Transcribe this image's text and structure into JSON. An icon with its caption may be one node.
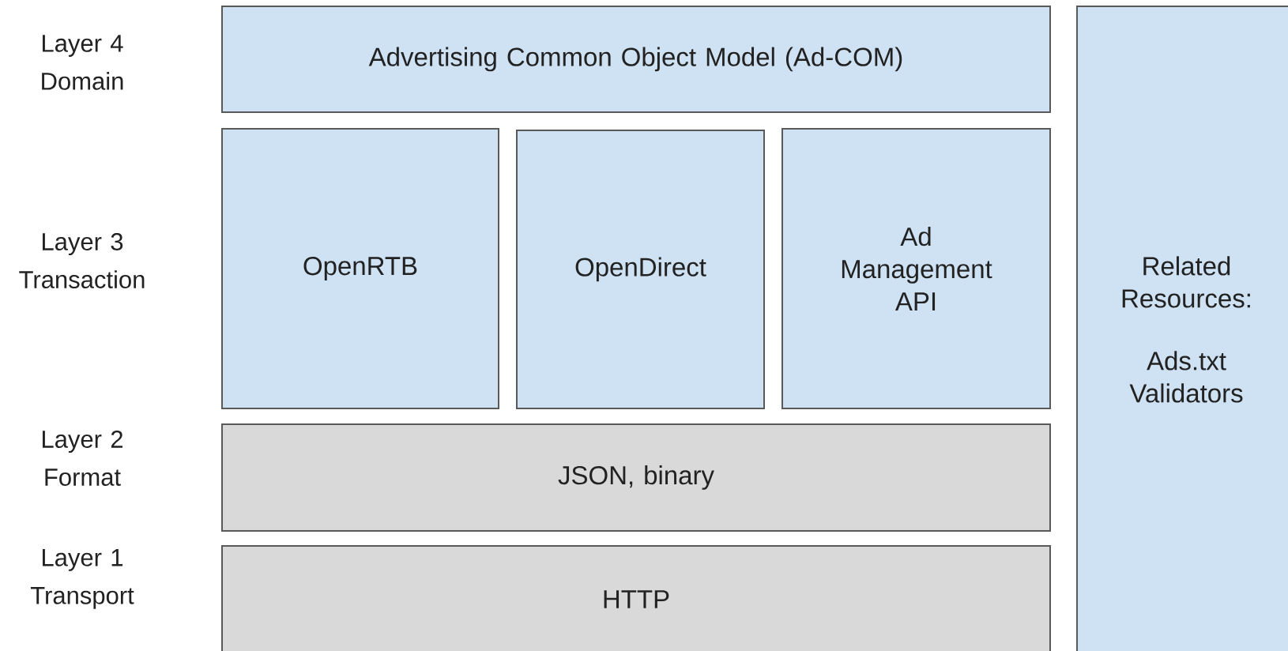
{
  "diagram": {
    "nodes": [
      {
        "text": [
          "Advertising Common Object Model (Ad-COM)"
        ]
      },
      {
        "text": [
          "OpenRTB"
        ]
      },
      {
        "text": [
          "OpenDirect"
        ]
      },
      {
        "text": [
          "Ad Management API"
        ]
      },
      {
        "text": [
          "JSON, binary"
        ]
      },
      {
        "text": [
          "HTTP"
        ]
      },
      {
        "text": [
          "Related Resources:",
          "Ads.txt Validators"
        ]
      }
    ],
    "labels": [
      "Layer 4 Domain",
      "Layer 3 Transaction",
      "Layer 2 Format",
      "Layer 1 Transport"
    ]
  }
}
